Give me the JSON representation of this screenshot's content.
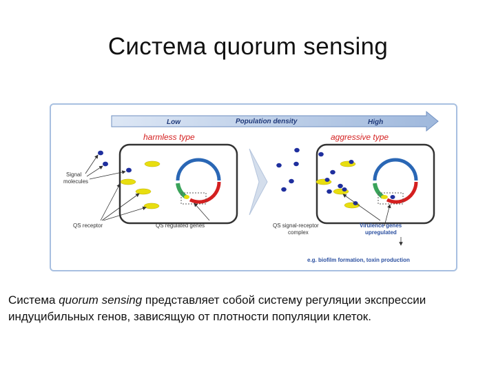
{
  "title": "Система quorum sensing",
  "figure": {
    "arrow": {
      "low": "Low",
      "center": "Population density",
      "high": "High"
    },
    "left": {
      "type_label": "harmless type",
      "signal_molecules": [
        "Signal",
        "molecules"
      ],
      "qs_receptor": "QS receptor",
      "qs_regulated_genes": "QS regulated genes"
    },
    "right": {
      "type_label": "aggressive type",
      "complex": [
        "QS signal-receptor",
        "complex"
      ],
      "virulence": [
        "Virulence genes",
        "upregulated"
      ],
      "example": "e.g. biofilm formation, toxin production"
    },
    "colors": {
      "signal": "#1f2f9e",
      "receptor": "#e8de10",
      "type_label": "#d42020",
      "plasmid_blue": "#2a67b5",
      "plasmid_red": "#d42020",
      "plasmid_green": "#3aa35a"
    }
  },
  "caption": {
    "part1": "Система ",
    "part2": "quorum sensing",
    "part3": " представляет собой систему регуляции экспрессии",
    "line2": "индуцибильных генов,  зависящую от плотности популяции клеток."
  }
}
